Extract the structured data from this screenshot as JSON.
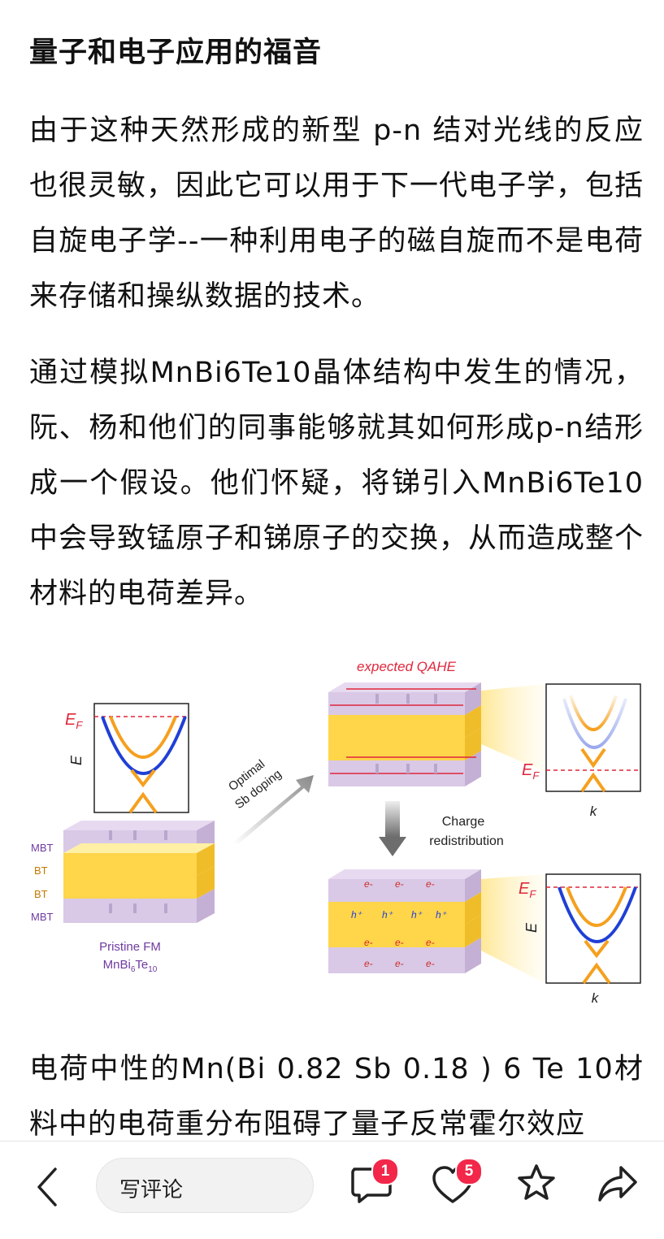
{
  "article": {
    "heading": "量子和电子应用的福音",
    "paragraphs": [
      "由于这种天然形成的新型 p-n 结对光线的反应也很灵敏，因此它可以用于下一代电子学，包括自旋电子学--一种利用电子的磁自旋而不是电荷来存储和操纵数据的技术。",
      "通过模拟MnBi6Te10晶体结构中发生的情况，阮、杨和他们的同事能够就其如何形成p-n结形成一个假设。他们怀疑，将锑引入MnBi6Te10中会导致锰原子和锑原子的交换，从而造成整个材料的电荷差异。",
      "电荷中性的Mn(Bi 0.82 Sb 0.18 ) 6 Te 10材料中的电荷重分布阻碍了量子反常霍尔效应"
    ]
  },
  "figure": {
    "top_title": "expected QAHE",
    "arrow_label_1": "Optimal",
    "arrow_label_2": "Sb doping",
    "charge_label_1": "Charge",
    "charge_label_2": "redistribution",
    "layer_mbt": "MBT",
    "layer_bt": "BT",
    "ef_label": "E",
    "ef_sub": "F",
    "e_axis": "E",
    "k_axis": "k",
    "pristine_1": "Pristine FM",
    "pristine_2_a": "MnBi",
    "pristine_2_b": "6",
    "pristine_2_c": "Te",
    "pristine_2_d": "10",
    "electron": "e-",
    "hole": "h⁺"
  },
  "bottom_bar": {
    "comment_placeholder": "写评论",
    "comment_count": "1",
    "like_count": "5"
  },
  "colors": {
    "accent_red": "#f2274a",
    "band_blue": "#1f3fd6",
    "band_orange": "#f5a01e",
    "layer_purple": "#d9c9e6",
    "layer_yellow": "#ffd54a"
  }
}
